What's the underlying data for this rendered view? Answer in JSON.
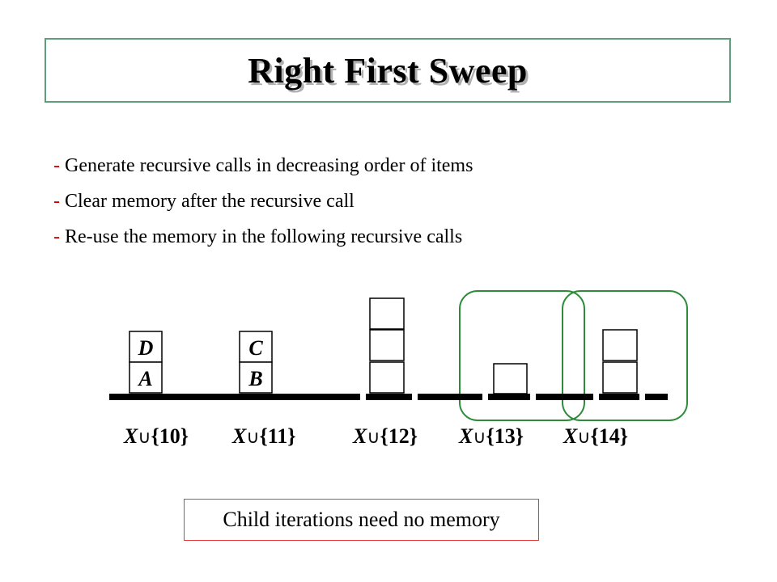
{
  "title": "Right First Sweep",
  "bullets": [
    {
      "dash": "-",
      "text": " Generate recursive calls in decreasing order of items"
    },
    {
      "dash": "-",
      "text": " Clear memory after the recursive call"
    },
    {
      "dash": "-",
      "text": " Re-use the memory in the following recursive calls"
    }
  ],
  "stacks": {
    "s10": {
      "top": "D",
      "bottom": "A"
    },
    "s11": {
      "top": "C",
      "bottom": "B"
    }
  },
  "labels": [
    {
      "var": "X",
      "op": "∪",
      "set": "{10}"
    },
    {
      "var": "X",
      "op": "∪",
      "set": "{11}"
    },
    {
      "var": "X",
      "op": "∪",
      "set": "{12}"
    },
    {
      "var": "X",
      "op": "∪",
      "set": "{13}"
    },
    {
      "var": "X",
      "op": "∪",
      "set": "{14}"
    }
  ],
  "note": "Child iterations need no memory",
  "colors": {
    "title_border": "#5f9e7a",
    "highlight_green": "#2e8b3a",
    "dash_red": "#cc0000",
    "note_border": "#e03a3a"
  }
}
